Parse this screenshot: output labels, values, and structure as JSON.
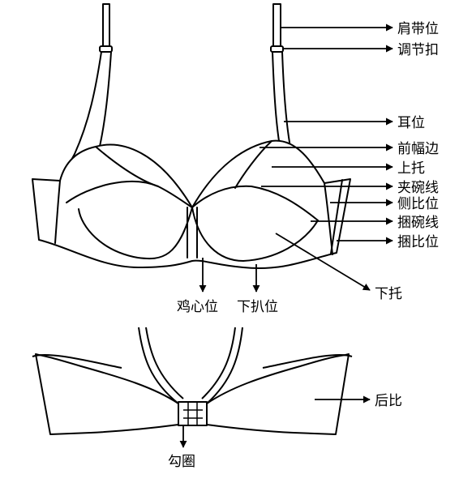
{
  "diagram": {
    "front_view": {
      "labels": {
        "strap": "肩带位",
        "adjuster": "调节扣",
        "ear": "耳位",
        "front_edge": "前幅边",
        "upper_cup": "上托",
        "cup_seam": "夹碗线",
        "side_panel": "侧比位",
        "underwire_line": "捆碗线",
        "band_side": "捆比位",
        "lower_cup": "下托",
        "center_gore": "鸡心位",
        "lower_band": "下扒位"
      }
    },
    "back_view": {
      "labels": {
        "back_band": "后比",
        "hook": "勾圈"
      }
    }
  }
}
